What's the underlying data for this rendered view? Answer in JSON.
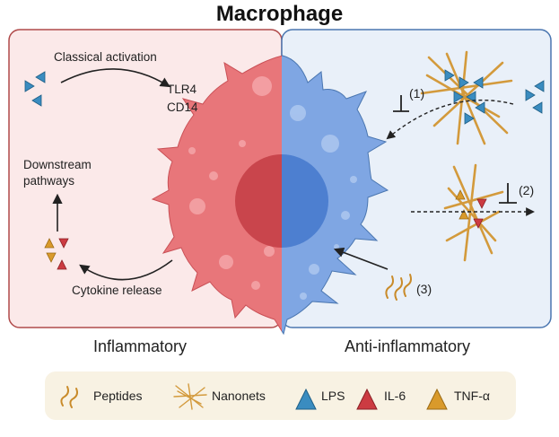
{
  "title": "Macrophage",
  "left_panel": {
    "caption": "Inflammatory",
    "labels": {
      "classical_activation": "Classical activation",
      "tlr4": "TLR4",
      "cd14": "CD14",
      "downstream_line1": "Downstream",
      "downstream_line2": "pathways",
      "cytokine_release": "Cytokine release"
    }
  },
  "right_panel": {
    "caption": "Anti-inflammatory",
    "mechanisms": [
      "(1)",
      "(2)",
      "(3)"
    ]
  },
  "legend": {
    "items": [
      "Peptides",
      "Nanonets",
      "LPS",
      "IL-6",
      "TNF-α"
    ]
  },
  "colors": {
    "left_panel_fill": "#fbe9e9",
    "left_panel_border": "#b04a4a",
    "right_panel_fill": "#e9f0f9",
    "right_panel_border": "#4a76b0",
    "cell_red": "#e8767a",
    "cell_blue": "#7fa6e3",
    "nucleus_red": "#c9454c",
    "nucleus_blue": "#4d7fd0",
    "lps": "#3a8cc0",
    "il6": "#cc3b42",
    "tnf": "#d99a2b",
    "nanonet": "#d39a3c",
    "legend_bg": "#f8f2e3"
  }
}
